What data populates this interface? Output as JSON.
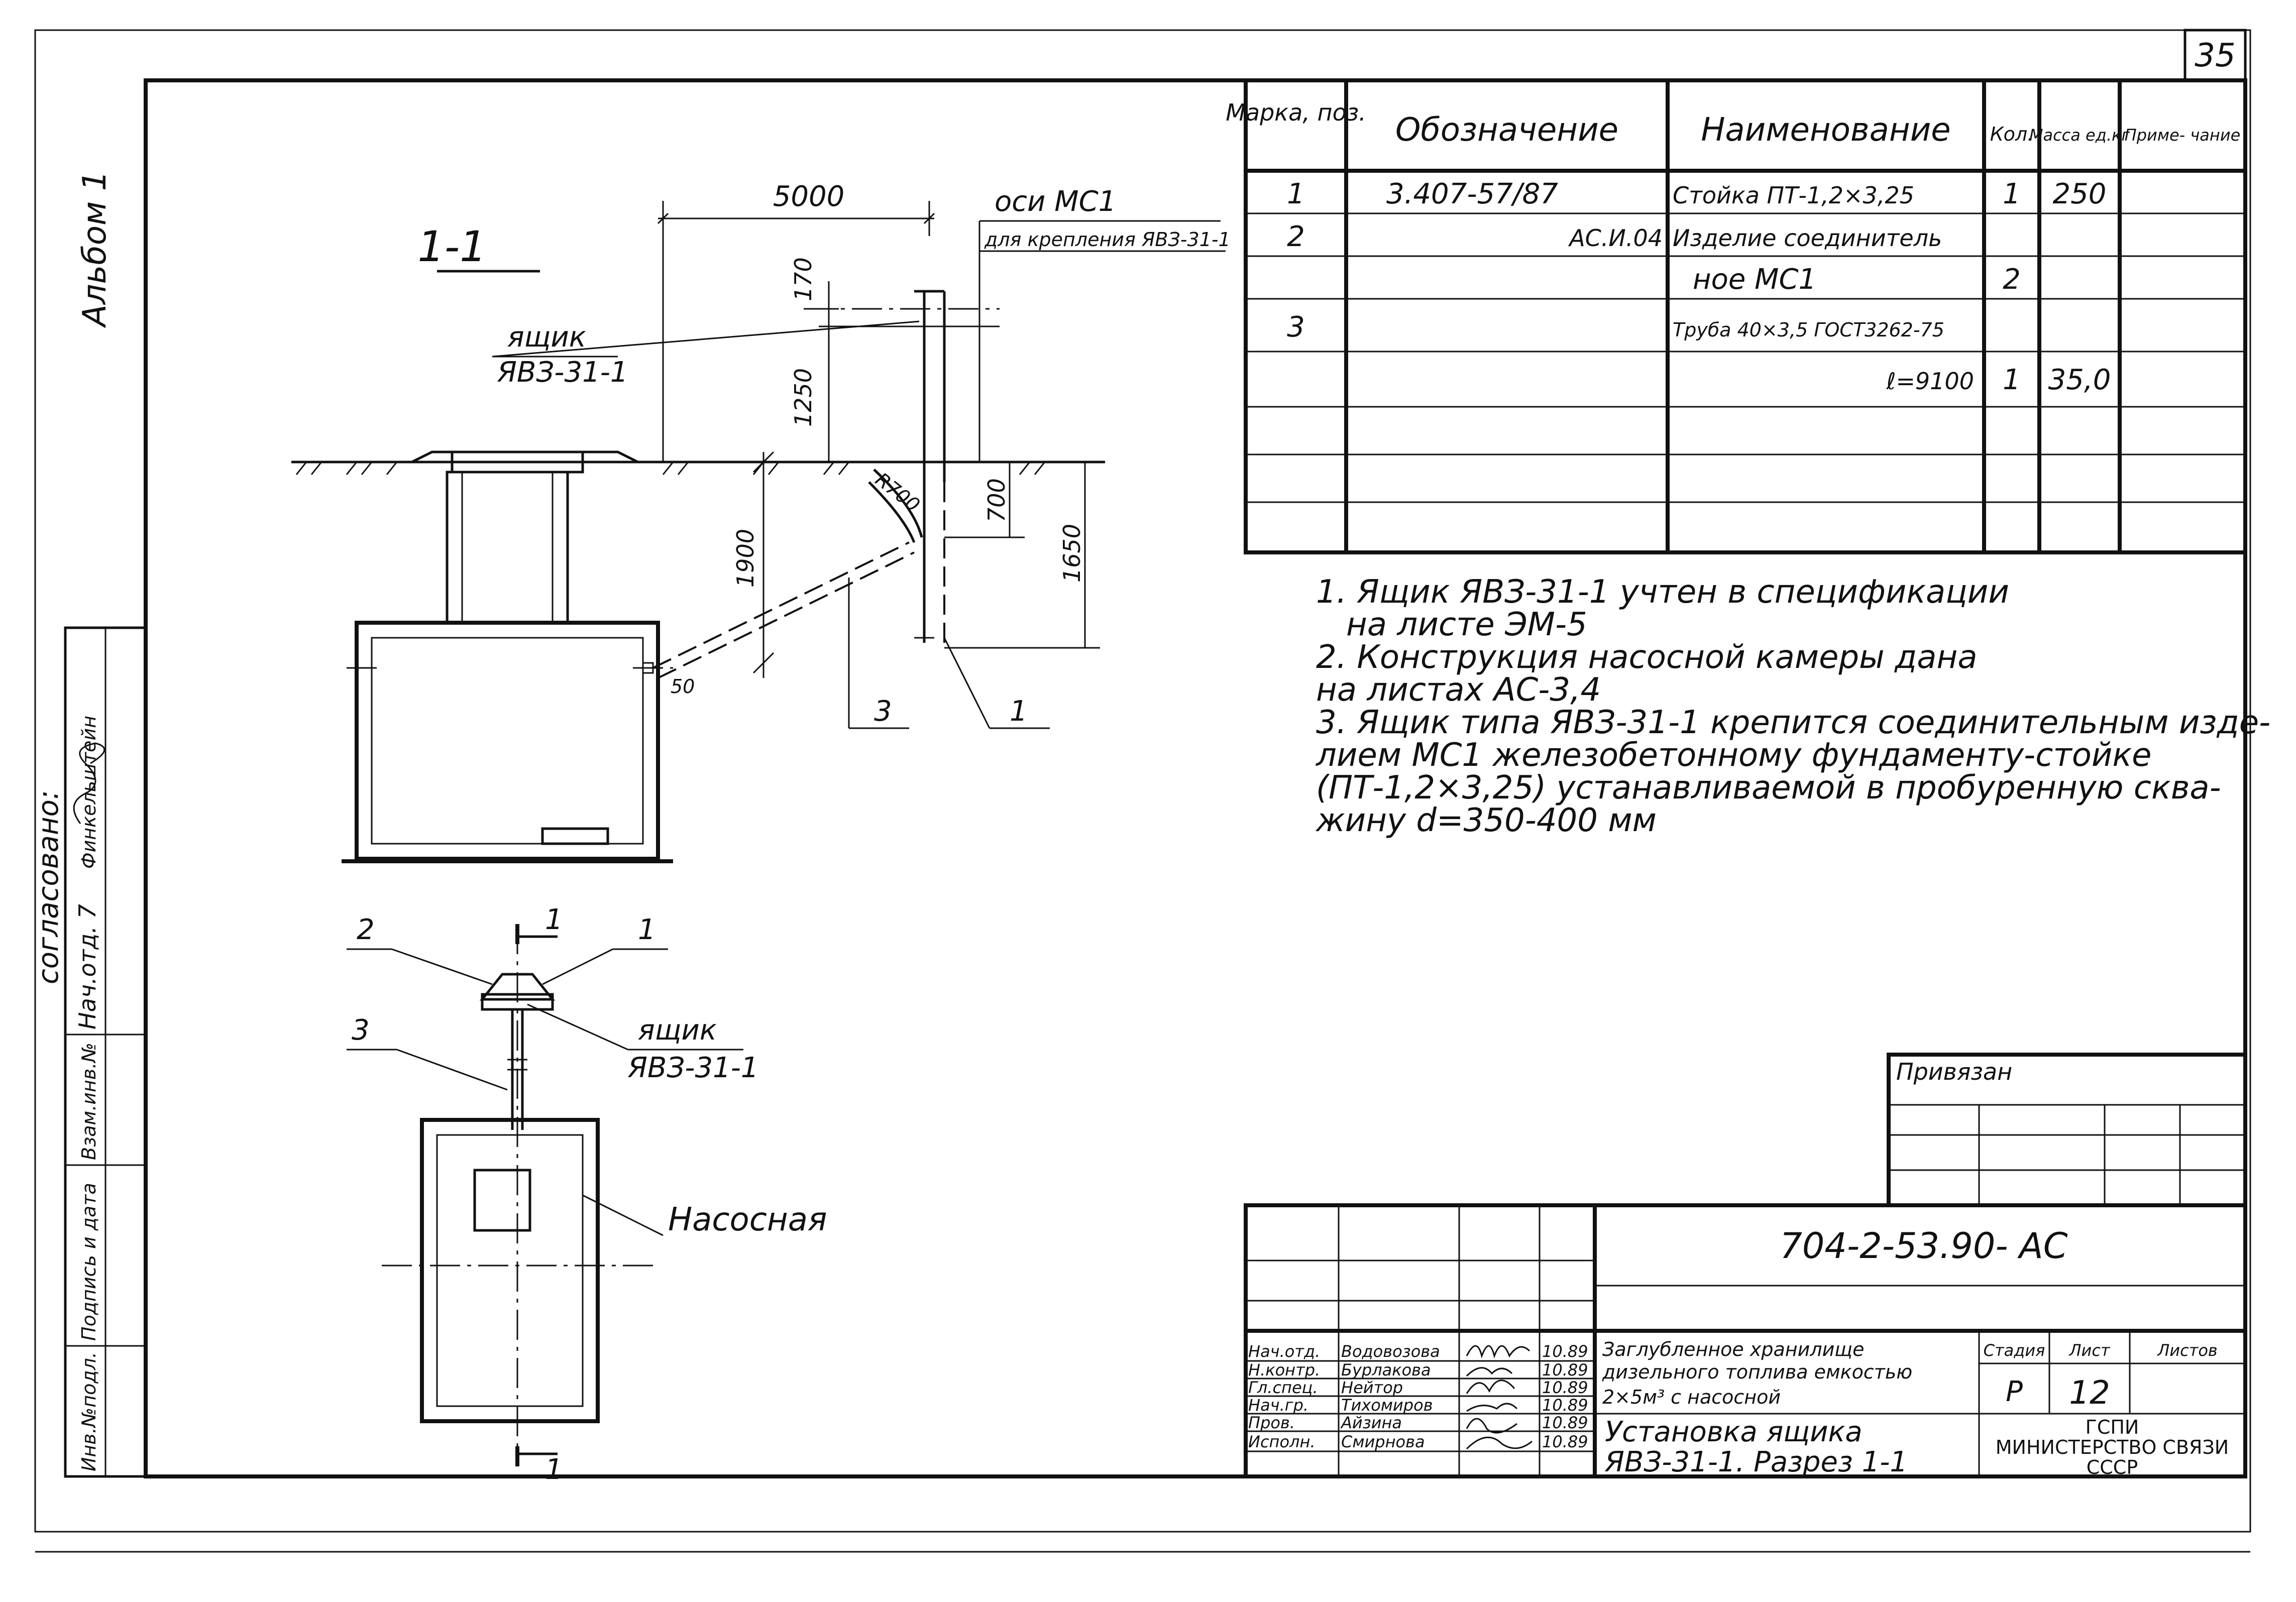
{
  "sheet_number": "35",
  "side_stamp": {
    "album": "Альбом 1",
    "agreed": "согласовано:",
    "head_dept": "Нач.отд. 7",
    "signer": "Финкельштейн",
    "replace_inv": "Взам.инв.№",
    "sign_date": "Подпись и дата",
    "inv_no": "Инв.№подл."
  },
  "section_title": "1-1",
  "dimensions": {
    "d5000": "5000",
    "d170": "170",
    "d1250": "1250",
    "d1900": "1900",
    "r700": "R700",
    "d700": "700",
    "d1650": "1650",
    "d50": "50"
  },
  "labels": {
    "axis_mc1": "оси МС1",
    "for_fastening": "для крепления ЯВЗ-31-1",
    "box_word": "ящик",
    "box_mark": "ЯВЗ-31-1",
    "callout_1": "1",
    "callout_2": "2",
    "callout_3": "3",
    "section_mark": "1",
    "pump_room": "Насосная"
  },
  "spec_table": {
    "headers": {
      "mark": "Марка, поз.",
      "designation": "Обозначение",
      "name": "Наименование",
      "qty": "Кол.",
      "mass": "Масса ед.кг",
      "note": "Приме- чание"
    },
    "rows": [
      {
        "mark": "1",
        "designation": "3.407-57/87",
        "name": "Стойка ПТ-1,2×3,25",
        "qty": "1",
        "mass": "250",
        "note": ""
      },
      {
        "mark": "2",
        "designation": "АС.И.04",
        "name": "Изделие соединитель",
        "qty": "",
        "mass": "",
        "note": ""
      },
      {
        "mark": "",
        "designation": "",
        "name": "ное МС1",
        "qty": "2",
        "mass": "",
        "note": ""
      },
      {
        "mark": "3",
        "designation": "",
        "name": "Труба 40×3,5 ГОСТ3262-75",
        "qty": "",
        "mass": "",
        "note": ""
      },
      {
        "mark": "",
        "designation": "",
        "name": "ℓ=9100",
        "qty": "1",
        "mass": "35,0",
        "note": ""
      }
    ]
  },
  "notes": [
    "1. Ящик ЯВЗ-31-1 учтен в спецификации",
    "на листе ЭМ-5",
    "2. Конструкция насосной камеры дана",
    "на листах АС-3,4",
    "3. Ящик типа ЯВЗ-31-1 крепится соединительным изде-",
    "лием МС1 железобетонному фундаменту-стойке",
    "(ПТ-1,2×3,25) устанавливаемой в пробуренную сква-",
    "жину d=350-400 мм"
  ],
  "bound_label": "Привязан",
  "title_block": {
    "doc_code": "704-2-53.90- АС",
    "project": [
      "Заглубленное хранилище",
      "дизельного топлива емкостью",
      "2×5м³ с насосной"
    ],
    "sheet_title": [
      "Установка ящика",
      "ЯВЗ-31-1. Разрез 1-1"
    ],
    "stage_label": "Стадия",
    "sheet_label": "Лист",
    "sheets_label": "Листов",
    "stage": "Р",
    "sheet": "12",
    "org": [
      "ГСПИ",
      "МИНИСТЕРСТВО СВЯЗИ",
      "СССР"
    ],
    "staff": [
      {
        "role": "Нач.отд.",
        "name": "Водовозова",
        "date": "10.89"
      },
      {
        "role": "Н.контр.",
        "name": "Бурлакова",
        "date": "10.89"
      },
      {
        "role": "Гл.спец.",
        "name": "Нейтор",
        "date": "10.89"
      },
      {
        "role": "Нач.гр.",
        "name": "Тихомиров",
        "date": "10.89"
      },
      {
        "role": "Пров.",
        "name": "Айзина",
        "date": "10.89"
      },
      {
        "role": "Исполн.",
        "name": "Смирнова",
        "date": "10.89"
      }
    ]
  }
}
